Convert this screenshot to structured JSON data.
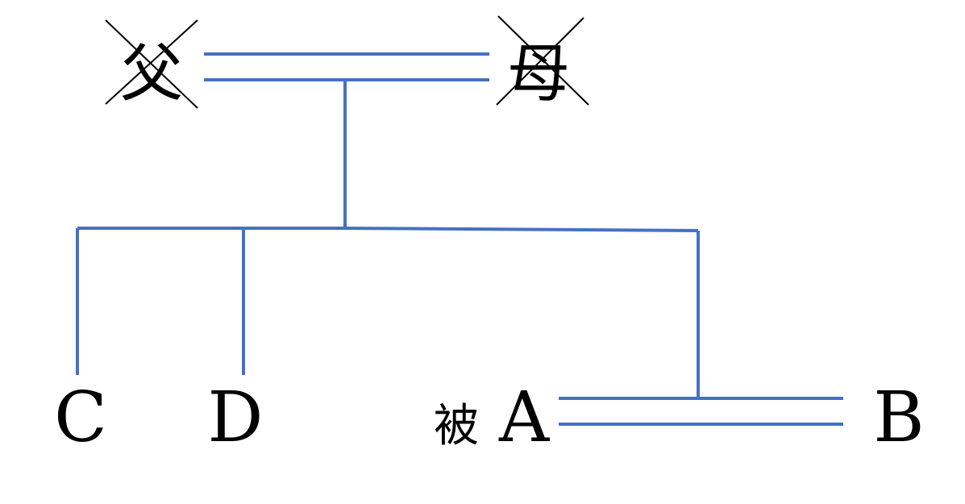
{
  "colors": {
    "line": "#4472c4",
    "text": "#000000",
    "cross": "#000000"
  },
  "persons": {
    "father": {
      "label": "父",
      "deceased": true
    },
    "mother": {
      "label": "母",
      "deceased": true
    },
    "c": {
      "label": "C"
    },
    "d": {
      "label": "D"
    },
    "a": {
      "label": "A",
      "prefix": "被"
    },
    "b": {
      "label": "B"
    }
  }
}
